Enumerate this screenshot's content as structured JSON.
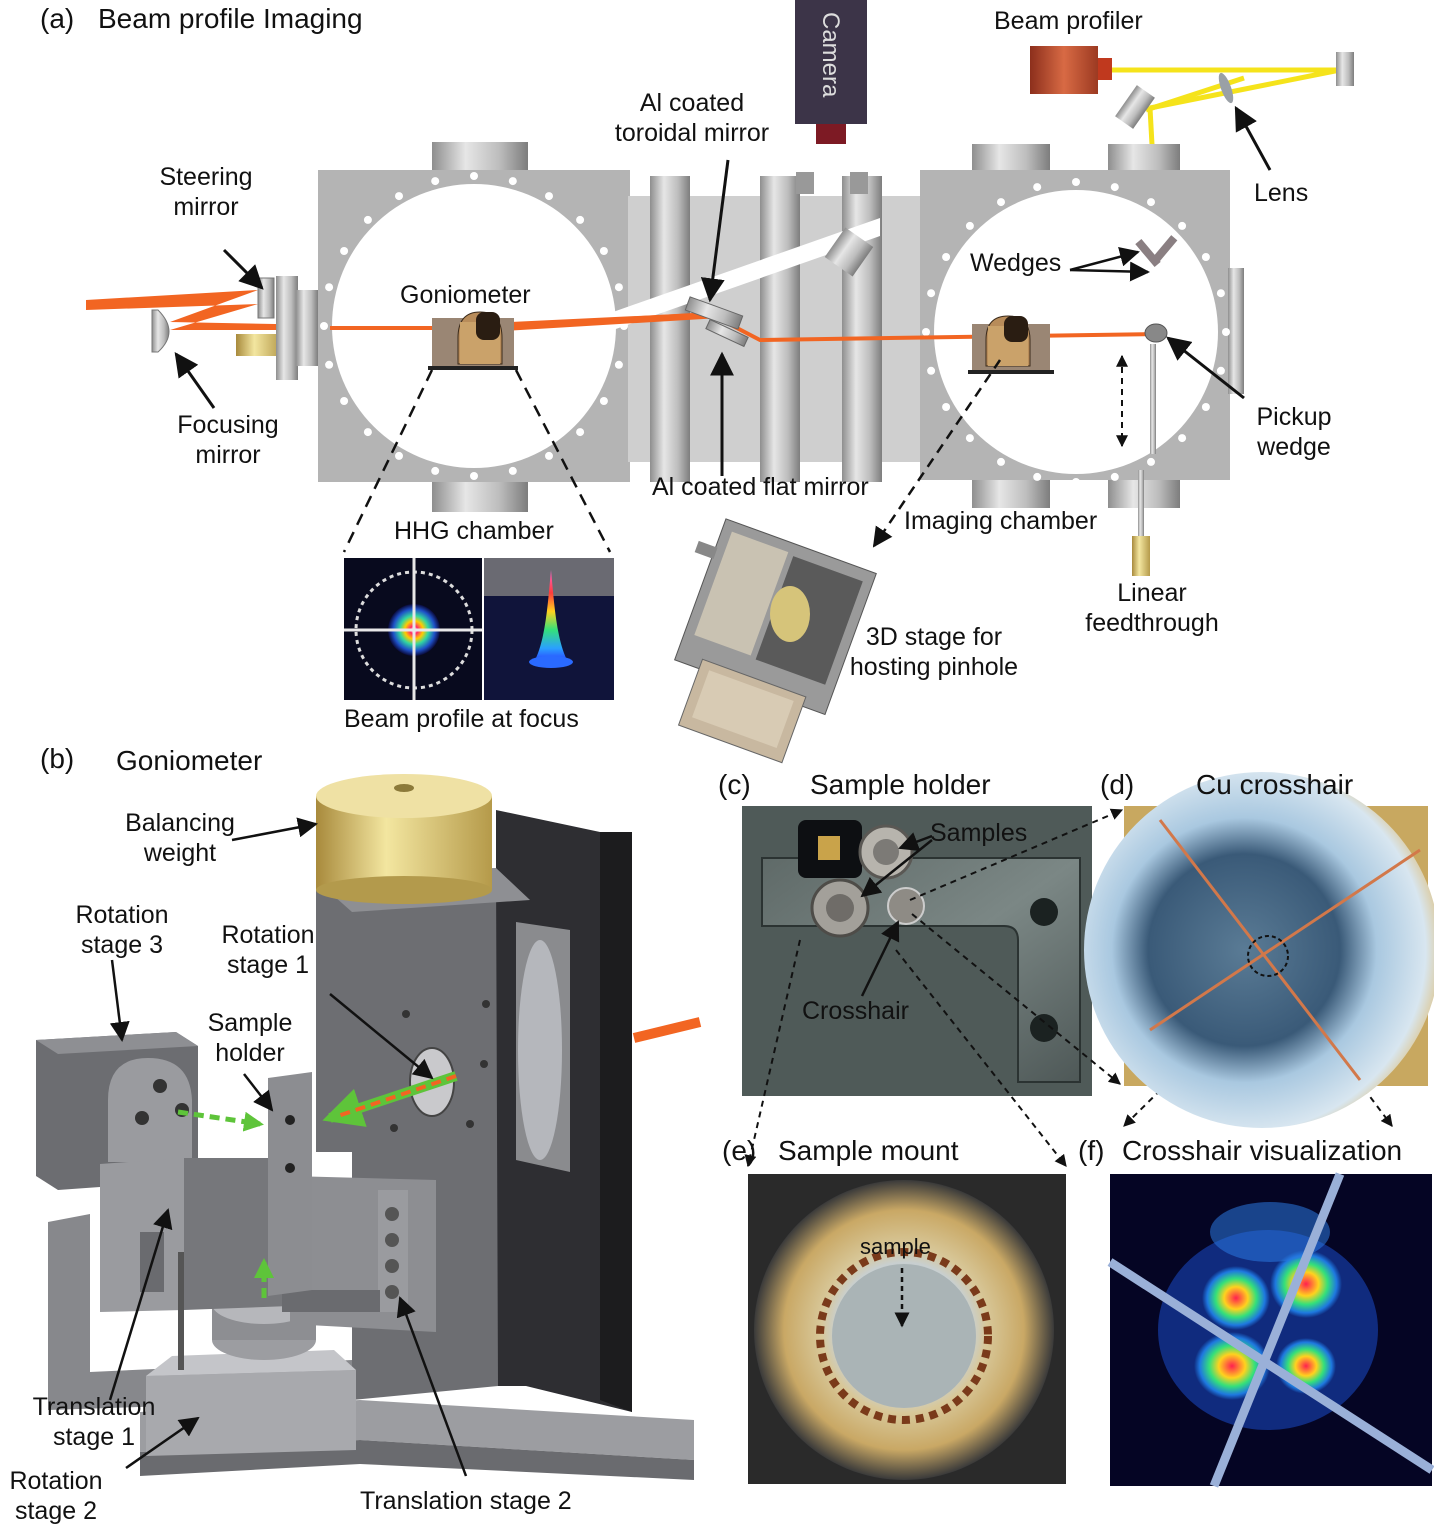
{
  "panels": {
    "a": {
      "tag": "(a)",
      "title": "Beam profile Imaging"
    },
    "b": {
      "tag": "(b)",
      "title": "Goniometer"
    },
    "c": {
      "tag": "(c)",
      "title": "Sample holder"
    },
    "d": {
      "tag": "(d)",
      "title": "Cu crosshair"
    },
    "e": {
      "tag": "(e)",
      "title": "Sample mount"
    },
    "f": {
      "tag": "(f)",
      "title": "Crosshair visualization"
    }
  },
  "labels_a": {
    "camera": "Camera",
    "beam_profiler": "Beam profiler",
    "toroidal": "Al coated\ntoroidal mirror",
    "steering": "Steering\nmirror",
    "goniometer": "Goniometer",
    "lens": "Lens",
    "wedges": "Wedges",
    "focusing": "Focusing\nmirror",
    "pickup": "Pickup\nwedge",
    "flat_mirror": "Al coated flat mirror",
    "hhg_chamber": "HHG chamber",
    "imaging_chamber": "Imaging chamber",
    "linear_feedthrough": "Linear\nfeedthrough",
    "stage3d": "3D stage for\nhosting pinhole",
    "beam_profile": "Beam profile at focus"
  },
  "labels_b": {
    "balancing_weight": "Balancing\nweight",
    "rotation_stage_3": "Rotation\nstage 3",
    "rotation_stage_1": "Rotation\nstage 1",
    "sample_holder": "Sample\nholder",
    "translation_stage_1": "Translation\nstage 1",
    "rotation_stage_2": "Rotation\nstage 2",
    "translation_stage_2": "Translation stage 2"
  },
  "labels_c": {
    "samples": "Samples",
    "crosshair": "Crosshair"
  },
  "labels_e": {
    "sample": "sample"
  },
  "colors": {
    "beam": "#f26522",
    "visible_beam": "#f5e31b",
    "chamber": "#b4b4b4",
    "green_arrow": "#5ec43a",
    "profiler": "#b8462a",
    "camera": "#3c3448"
  }
}
